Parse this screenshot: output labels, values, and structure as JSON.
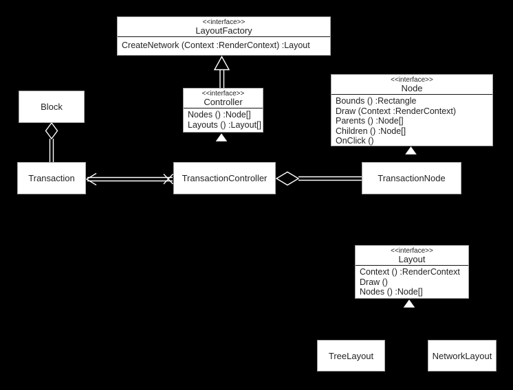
{
  "meta": {
    "diagram_type": "UML class diagram",
    "colors": {
      "background": "#000000",
      "box_fill": "#ffffff",
      "box_border": "#a6a6a6",
      "text": "#222222",
      "connector": "#ffffff"
    }
  },
  "classes": {
    "layout_factory": {
      "stereotype": "<<interface>>",
      "name": "LayoutFactory",
      "methods": [
        "CreateNetwork (Context :RenderContext) :Layout"
      ]
    },
    "controller": {
      "stereotype": "<<interface>>",
      "name": "Controller",
      "methods": [
        "Nodes () :Node[]",
        "Layouts () :Layout[]"
      ]
    },
    "node": {
      "stereotype": "<<interface>>",
      "name": "Node",
      "methods": [
        "Bounds () :Rectangle",
        "Draw (Context :RenderContext)",
        "Parents () :Node[]",
        "Children () :Node[]",
        "OnClick ()"
      ]
    },
    "layout": {
      "stereotype": "<<interface>>",
      "name": "Layout",
      "methods": [
        "Context () :RenderContext",
        "Draw ()",
        "Nodes () :Node[]"
      ]
    },
    "block": {
      "name": "Block"
    },
    "transaction": {
      "name": "Transaction"
    },
    "transaction_controller": {
      "name": "TransactionController"
    },
    "transaction_node": {
      "name": "TransactionNode"
    },
    "tree_layout": {
      "name": "TreeLayout"
    },
    "network_layout": {
      "name": "NetworkLayout"
    }
  },
  "relationships": [
    {
      "type": "realization",
      "from": "Controller",
      "to": "LayoutFactory"
    },
    {
      "type": "realization",
      "from": "TransactionController",
      "to": "Controller"
    },
    {
      "type": "aggregation",
      "owner": "Block",
      "part": "Transaction"
    },
    {
      "type": "association",
      "from": "TransactionController",
      "to": "Transaction",
      "navigable_end": "Transaction",
      "blocked_end": "TransactionController"
    },
    {
      "type": "aggregation",
      "owner": "TransactionController",
      "part": "TransactionNode"
    },
    {
      "type": "realization",
      "from": "TransactionNode",
      "to": "Node"
    },
    {
      "type": "realization",
      "from": "TreeLayout",
      "to": "Layout"
    },
    {
      "type": "realization",
      "from": "NetworkLayout",
      "to": "Layout"
    }
  ]
}
